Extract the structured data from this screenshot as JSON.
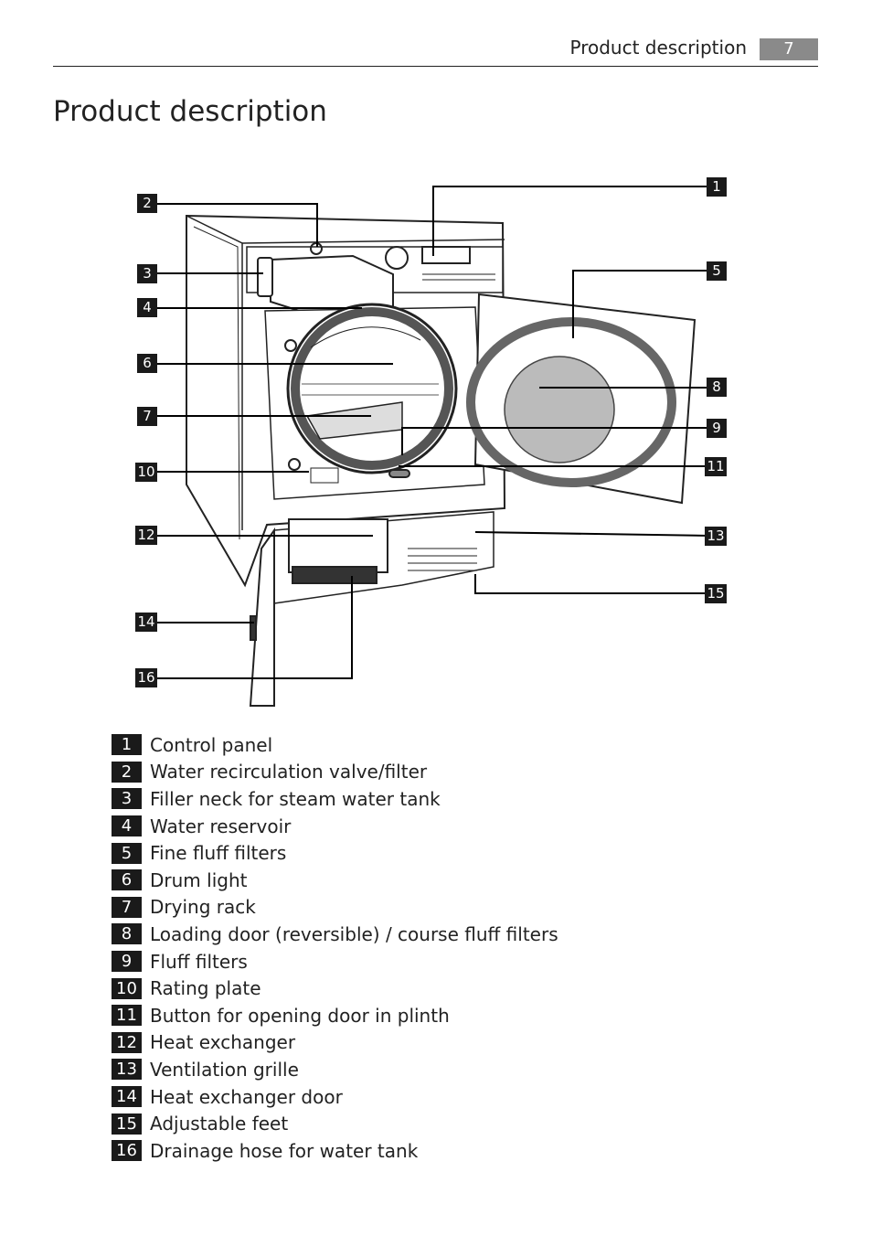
{
  "header": {
    "running_title": "Product description",
    "page_number": "7"
  },
  "page_title": "Product description",
  "callouts": [
    "1",
    "2",
    "3",
    "4",
    "5",
    "6",
    "7",
    "8",
    "9",
    "10",
    "11",
    "12",
    "13",
    "14",
    "15",
    "16"
  ],
  "legend": [
    {
      "num": "1",
      "label": "Control panel"
    },
    {
      "num": "2",
      "label": "Water recirculation valve/filter"
    },
    {
      "num": "3",
      "label": "Filler neck for steam water tank"
    },
    {
      "num": "4",
      "label": "Water reservoir"
    },
    {
      "num": "5",
      "label": "Fine fluff filters"
    },
    {
      "num": "6",
      "label": "Drum light"
    },
    {
      "num": "7",
      "label": "Drying rack"
    },
    {
      "num": "8",
      "label": "Loading door (reversible) / course fluff filters"
    },
    {
      "num": "9",
      "label": "Fluff filters"
    },
    {
      "num": "10",
      "label": "Rating plate"
    },
    {
      "num": "11",
      "label": "Button for opening door in plinth"
    },
    {
      "num": "12",
      "label": "Heat exchanger"
    },
    {
      "num": "13",
      "label": "Ventilation grille"
    },
    {
      "num": "14",
      "label": "Heat exchanger door"
    },
    {
      "num": "15",
      "label": "Adjustable feet"
    },
    {
      "num": "16",
      "label": "Drainage hose for water tank"
    }
  ]
}
